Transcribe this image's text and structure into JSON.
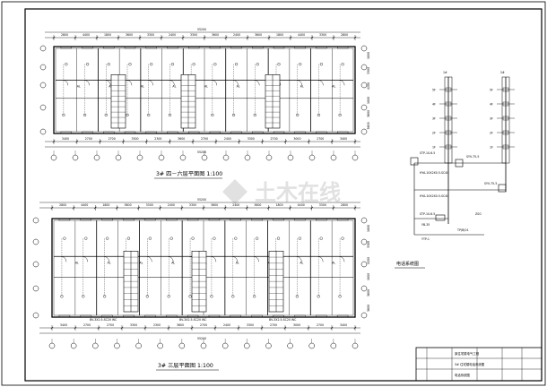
{
  "plans": {
    "upper": {
      "caption": "3# 四－六层平面图 1:100",
      "top_dims": [
        "2800",
        "4400",
        "1800",
        "3600",
        "3300",
        "2400",
        "3300",
        "3600",
        "2400",
        "3600",
        "1800",
        "4400",
        "3300",
        "2800"
      ],
      "bottom_dims": [
        "3400",
        "2700",
        "2700",
        "3300",
        "2300",
        "3600",
        "2700",
        "2400",
        "3300",
        "2700",
        "3000",
        "2700",
        "3400"
      ],
      "total_dims": [
        "55200",
        "55200"
      ],
      "side_dims": [
        "1800",
        "3300",
        "4200",
        "1800",
        "3600",
        "3600"
      ],
      "room_labels": [
        "AL",
        "AL",
        "AL",
        "AL",
        "AL",
        "AL",
        "AL",
        "AL",
        "AL"
      ]
    },
    "lower": {
      "caption": "3# 三层平面图 1:100",
      "top_dims": [
        "2800",
        "4400",
        "1800",
        "3600",
        "3300",
        "2400",
        "3300",
        "3600",
        "2400",
        "3600",
        "1800",
        "4400",
        "3300",
        "2800"
      ],
      "bottom_dims": [
        "3400",
        "2700",
        "2700",
        "3300",
        "2300",
        "3600",
        "2700",
        "2400",
        "3300",
        "2700",
        "3000",
        "2700",
        "3400"
      ],
      "total_dims": [
        "55200",
        "55200"
      ],
      "side_dims": [
        "1800",
        "3300",
        "4200",
        "1800",
        "3600",
        "3600"
      ],
      "notes": [
        "BV-3X2.5-SC20 WC",
        "BV-3X2.5-SC20 WC",
        "BV-3X2.5-SC20 WC"
      ],
      "room_labels": [
        "AL",
        "AL",
        "AL",
        "AL",
        "AL",
        "AL",
        "AL",
        "AL",
        "AL"
      ]
    }
  },
  "system": {
    "caption": "电话系统图",
    "labels": [
      "1#",
      "2#",
      "5F",
      "4F",
      "3F",
      "2F",
      "1F",
      "5F",
      "4F",
      "3F",
      "2F",
      "1F",
      "STP-10-6.5",
      "SYV-75-5",
      "SYV-75-5",
      "HYA-10X2X0.5-SC40",
      "HYA-10X2X0.5-SC40",
      "ZSG",
      "STP-10-6.5",
      "YB-35",
      "YTP-1",
      "TP(B)01"
    ]
  },
  "title_block": {
    "rows": [
      [
        "",
        "",
        "某住宅楼电气工程"
      ],
      [
        "",
        "",
        "3# 住宅楼电话系统图"
      ],
      [
        "",
        "",
        "电话系统图"
      ]
    ]
  },
  "watermark": {
    "text": "土木在线"
  }
}
